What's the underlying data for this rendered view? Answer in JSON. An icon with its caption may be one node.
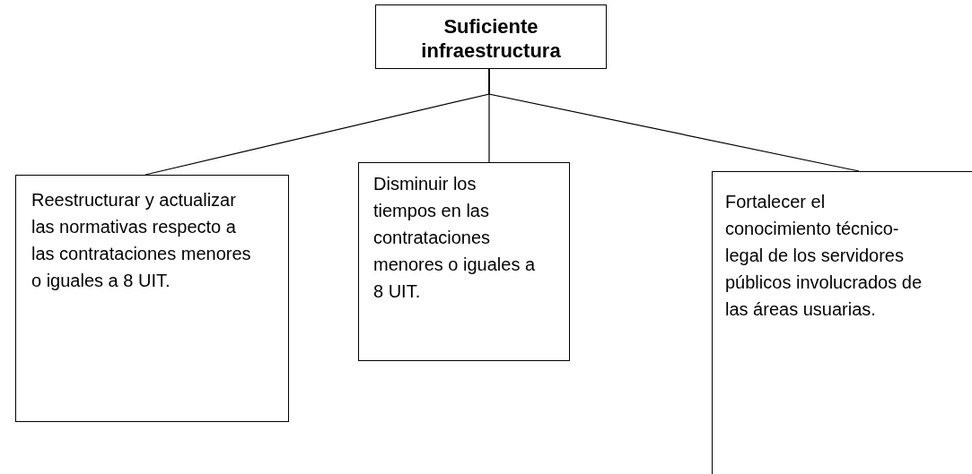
{
  "diagram": {
    "nodes": [
      {
        "text": [
          "Suficiente infraestructura"
        ]
      },
      {
        "text": [
          "Reestructurar y actualizar las normativas respecto a las contrataciones menores o iguales a 8 UIT."
        ]
      },
      {
        "text": [
          "Disminuir los tiempos en las contrataciones menores o iguales a 8 UIT."
        ]
      },
      {
        "text": [
          "Fortalecer el conocimiento técnico-legal de los servidores públicos involucrados de las áreas usuarias."
        ]
      }
    ],
    "edges": [
      {
        "from": 0,
        "to": 1,
        "arrow": "none"
      },
      {
        "from": 0,
        "to": 2,
        "arrow": "none"
      },
      {
        "from": 0,
        "to": 3,
        "arrow": "none"
      }
    ]
  }
}
